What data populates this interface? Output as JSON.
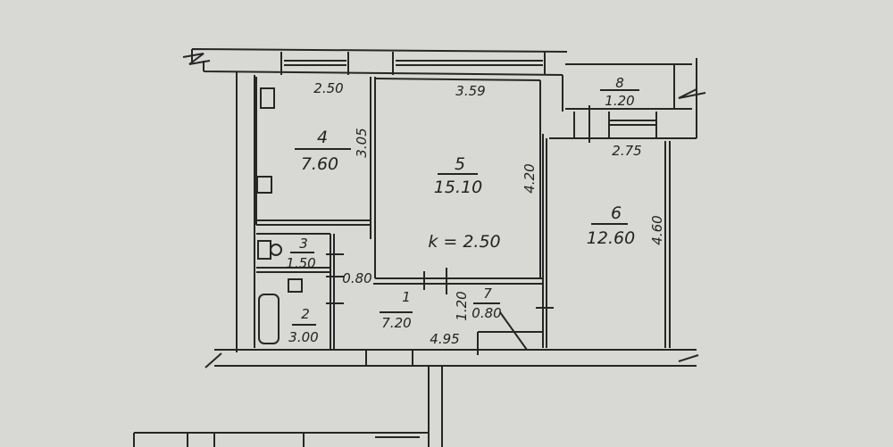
{
  "plan": {
    "rooms": [
      {
        "number": "1",
        "area": "7.20"
      },
      {
        "number": "2",
        "area": "3.00"
      },
      {
        "number": "3",
        "area": "1.50"
      },
      {
        "number": "4",
        "area": "7.60"
      },
      {
        "number": "5",
        "area": "15.10"
      },
      {
        "number": "6",
        "area": "12.60"
      },
      {
        "number": "7",
        "area": "0.80"
      },
      {
        "number": "8",
        "area": "1.20"
      }
    ],
    "dimensions": {
      "room4_width": "2.50",
      "room4_length": "3.05",
      "room5_width": "3.59",
      "room5_length": "4.20",
      "room6_width": "2.75",
      "room6_length": "4.60",
      "corridor_length": "4.95",
      "corridor_width": "1.20",
      "door_width": "0.80"
    },
    "ceiling_height": "k = 2.50"
  }
}
